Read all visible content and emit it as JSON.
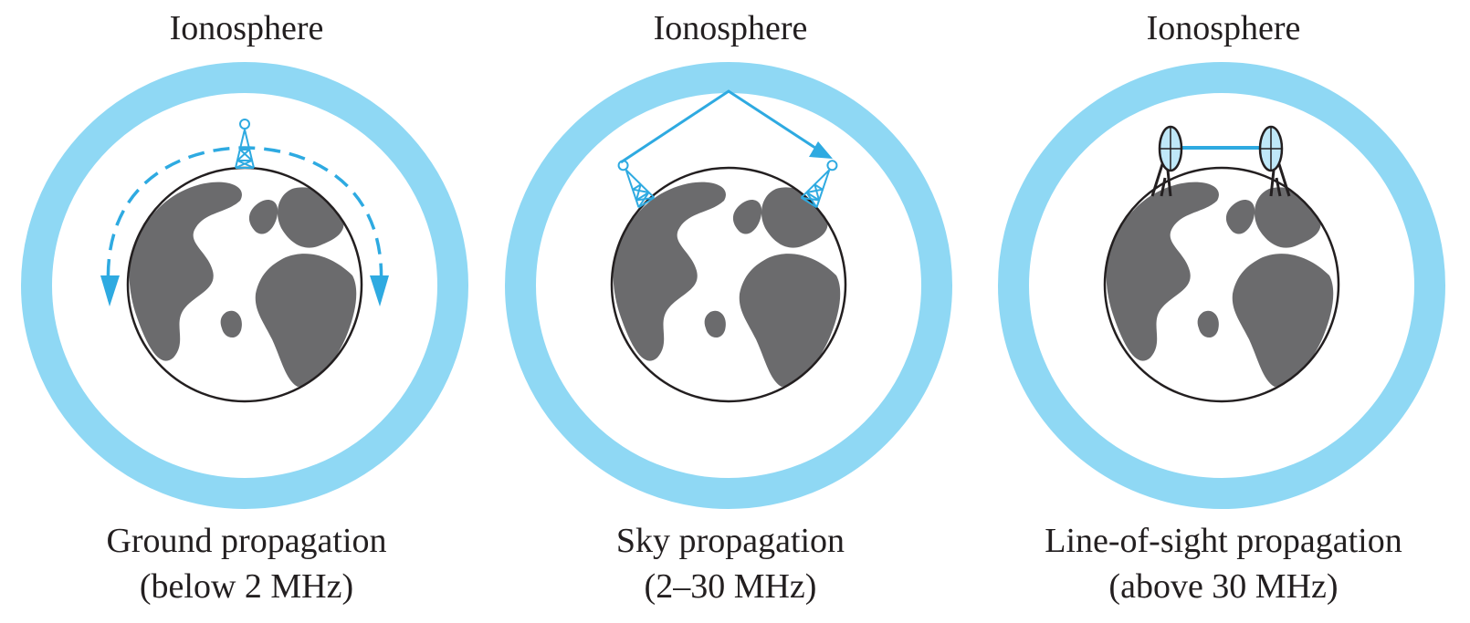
{
  "colors": {
    "ionosphere": "#8fd8f4",
    "signal": "#2eaae1",
    "land": "#6b6b6d",
    "sea": "#ffffff",
    "outline": "#231f20"
  },
  "panels": [
    {
      "ionosphere_label": "Ionosphere",
      "caption": "Ground propagation",
      "band": "(below 2 MHz)",
      "icons": [
        "earth-icon",
        "tower-icon",
        "curved-dashed-arrow-icon"
      ]
    },
    {
      "ionosphere_label": "Ionosphere",
      "caption": "Sky propagation",
      "band": "(2–30 MHz)",
      "icons": [
        "earth-icon",
        "tower-icon",
        "reflected-ray-icon"
      ]
    },
    {
      "ionosphere_label": "Ionosphere",
      "caption": "Line-of-sight propagation",
      "band": "(above 30 MHz)",
      "icons": [
        "earth-icon",
        "dish-antenna-icon",
        "line-of-sight-link-icon"
      ]
    }
  ]
}
